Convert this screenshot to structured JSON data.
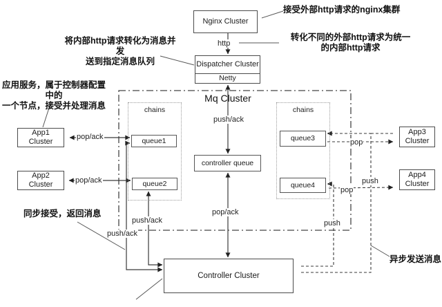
{
  "nodes": {
    "nginx": {
      "label": "Nginx Cluster"
    },
    "dispatcher": {
      "label": "Dispatcher Cluster",
      "sublabel": "Netty"
    },
    "mq_cluster": {
      "label": "Mq Cluster"
    },
    "chains_left": {
      "label": "chains"
    },
    "chains_right": {
      "label": "chains"
    },
    "queue1": {
      "label": "queue1"
    },
    "queue2": {
      "label": "queue2"
    },
    "queue3": {
      "label": "queue3"
    },
    "queue4": {
      "label": "queue4"
    },
    "controller_queue": {
      "label": "controller queue"
    },
    "controller": {
      "label": "Controller Cluster"
    },
    "app1": {
      "line1": "App1",
      "line2": "Cluster"
    },
    "app2": {
      "line1": "App2",
      "line2": "Cluster"
    },
    "app3": {
      "line1": "App3",
      "line2": "Cluster"
    },
    "app4": {
      "line1": "App4",
      "line2": "Cluster"
    }
  },
  "edge_labels": {
    "http": "http",
    "push_ack_dispatcher": "push/ack",
    "pop_ack_controller": "pop/ack",
    "pop_ack_app1": "pop/ack",
    "pop_ack_app2": "pop/ack",
    "push_ack_queue1": "push/ack",
    "push_ack_queue2": "push/ack",
    "pop_queue3": "pop",
    "pop_queue4": "pop",
    "push_app4": "push",
    "push_queue4": "push"
  },
  "annotations": {
    "nginx_note": {
      "line1": "接受外部http请求的nginx集群"
    },
    "unify_note": {
      "line1": "转化不同的外部http请求为统一",
      "line2": "的内部http请求"
    },
    "to_message_note": {
      "line1": "将内部http请求转化为消息并发",
      "line2": "送到指定消息队列"
    },
    "app_service_note": {
      "line1": "应用服务，属于控制器配置中的",
      "line2": "一个节点，接受并处理消息"
    },
    "sync_note": {
      "line1": "同步接受，返回消息"
    },
    "async_note": {
      "line1": "异步发送消息"
    }
  },
  "colors": {
    "line": "#3a3a3a",
    "border": "#4a4a4a",
    "background": "#ffffff",
    "text": "#1a1a1a"
  }
}
